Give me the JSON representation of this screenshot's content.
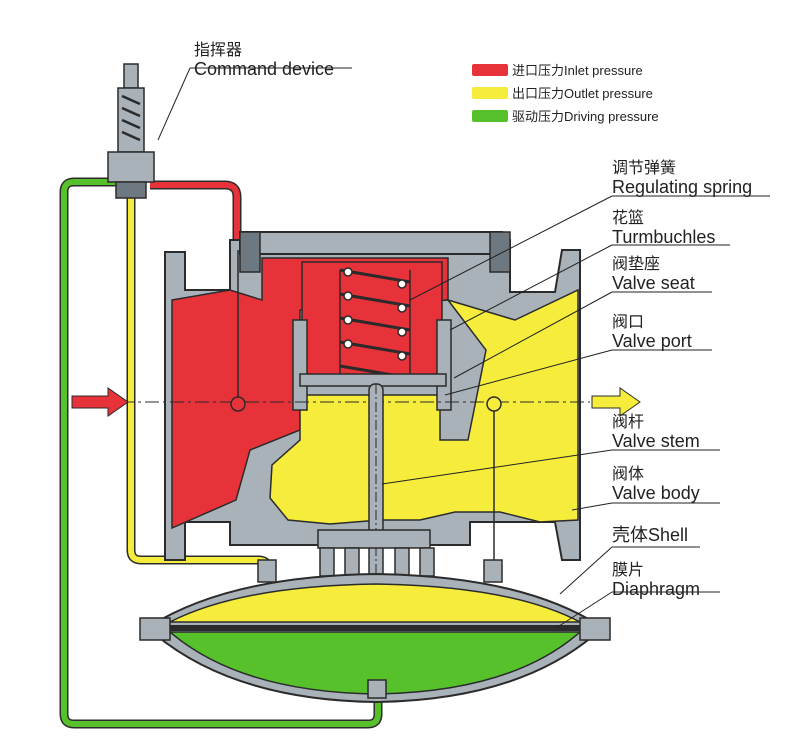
{
  "colors": {
    "inlet": "#e8323a",
    "outlet": "#f6ec3c",
    "driving": "#57c12c",
    "metal": "#a9b2b9",
    "metal_dark": "#6e7880",
    "outline": "#2b2b2b"
  },
  "legend": [
    {
      "label": "进口压力Inlet pressure",
      "color": "#e8323a"
    },
    {
      "label": "出口压力Outlet pressure",
      "color": "#f6ec3c"
    },
    {
      "label": "驱动压力Driving pressure",
      "color": "#57c12c"
    }
  ],
  "labels": {
    "command_device": {
      "cn": "指挥器",
      "en": "Command device"
    },
    "regulating_spring": {
      "cn": "调节弹簧",
      "en": "Regulating spring"
    },
    "turnbuckles": {
      "cn": "花篮",
      "en": "Turmbuchles"
    },
    "valve_seat": {
      "cn": "阀垫座",
      "en": "Valve seat"
    },
    "valve_port": {
      "cn": "阀口",
      "en": "Valve port"
    },
    "valve_stem": {
      "cn": "阀杆",
      "en": "Valve stem"
    },
    "valve_body": {
      "cn": "阀体",
      "en": "Valve body"
    },
    "shell": {
      "text": "壳体Shell"
    },
    "diaphragm": {
      "cn": "膜片",
      "en": "Diaphragm"
    }
  },
  "flow": {
    "inlet_arrow": "flow-in-arrow",
    "outlet_arrow": "flow-out-arrow"
  }
}
